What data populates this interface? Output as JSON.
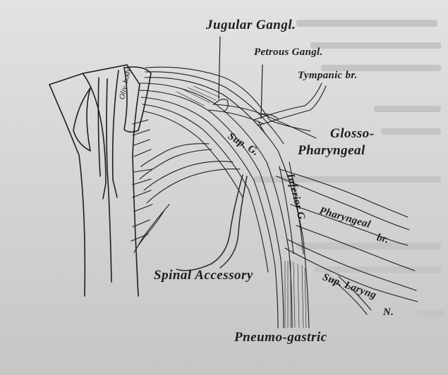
{
  "colors": {
    "page_top": "#e1e1e0",
    "page_bottom": "#c8c8c6",
    "ink": "#1e1d1c",
    "bleed_text": "#b9b9b7"
  },
  "labels": {
    "jugular_ganglion": "Jugular Gangl.",
    "petrous_ganglion": "Petrous Gangl.",
    "tympanic_branch": "Tympanic br.",
    "glosso": "Glosso-",
    "pharyngeal": "Pharyngeal",
    "olivary_body": "Oliv. body",
    "superior_ganglion": "Sup. G.",
    "inferior_ganglion": "Inferior G.",
    "pharyngeal_branch": "Pharyngeal",
    "pharyngeal_branch_abbr": "br.",
    "spinal_accessory": "Spinal Accessory",
    "superior_laryngeal": "Sup. Laryng",
    "superior_laryngeal_abbr": "N.",
    "pneumogastric": "Pneumo-gastric"
  }
}
